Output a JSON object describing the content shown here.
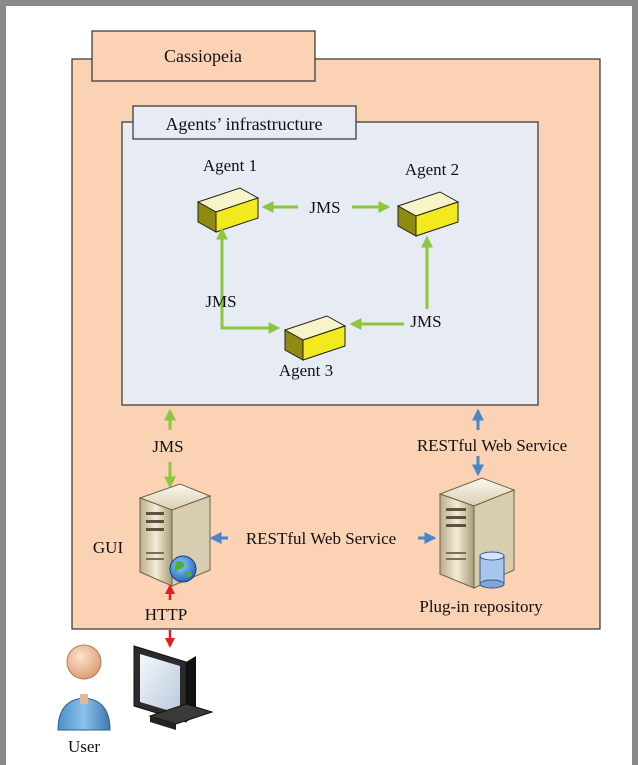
{
  "colors": {
    "container_fill": "#fbd2b4",
    "container_stroke": "#333333",
    "infra_fill": "#e6ebf4",
    "agent_yellow": "#f2ea1e",
    "jms_arrow": "#8dc63f",
    "rest_arrow": "#4a86c8",
    "http_arrow": "#e02020"
  },
  "diagram": {
    "outer_title": "Cassiopeia",
    "infra_title": "Agents’ infrastructure",
    "agents": [
      "Agent 1",
      "Agent 2",
      "Agent 3"
    ],
    "edge_labels": {
      "agent1_agent2": "JMS",
      "agent1_agent3": "JMS",
      "agent2_agent3": "JMS",
      "infra_gui": "JMS",
      "infra_repo": "RESTful Web Service",
      "gui_repo": "RESTful Web Service",
      "gui_user": "HTTP"
    },
    "nodes": {
      "gui": "GUI",
      "repository": "Plug-in repository",
      "user": "User"
    },
    "icons": {
      "agent": "agent-box-icon",
      "gui": "server-tower-icon",
      "globe": "globe-icon",
      "repository": "database-server-icon",
      "monitor": "monitor-icon",
      "user": "user-person-icon"
    }
  }
}
